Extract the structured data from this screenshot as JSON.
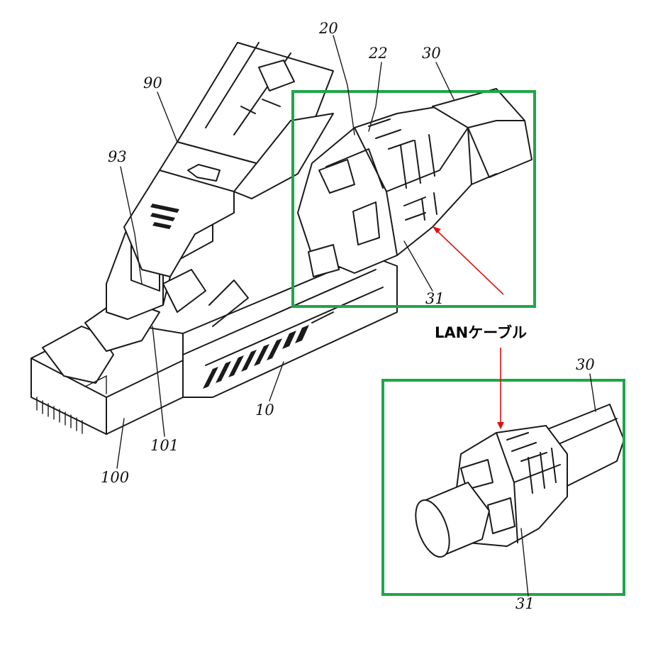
{
  "labels": {
    "n20": "20",
    "n22": "22",
    "n30": "30",
    "n90": "90",
    "n93": "93",
    "n31": "31",
    "n10": "10",
    "n101": "101",
    "n100": "100",
    "n30b": "30",
    "n31b": "31"
  },
  "caption": "LANケーブル",
  "colors": {
    "highlight_box": "#1fa64a",
    "arrow": "#e01010"
  }
}
